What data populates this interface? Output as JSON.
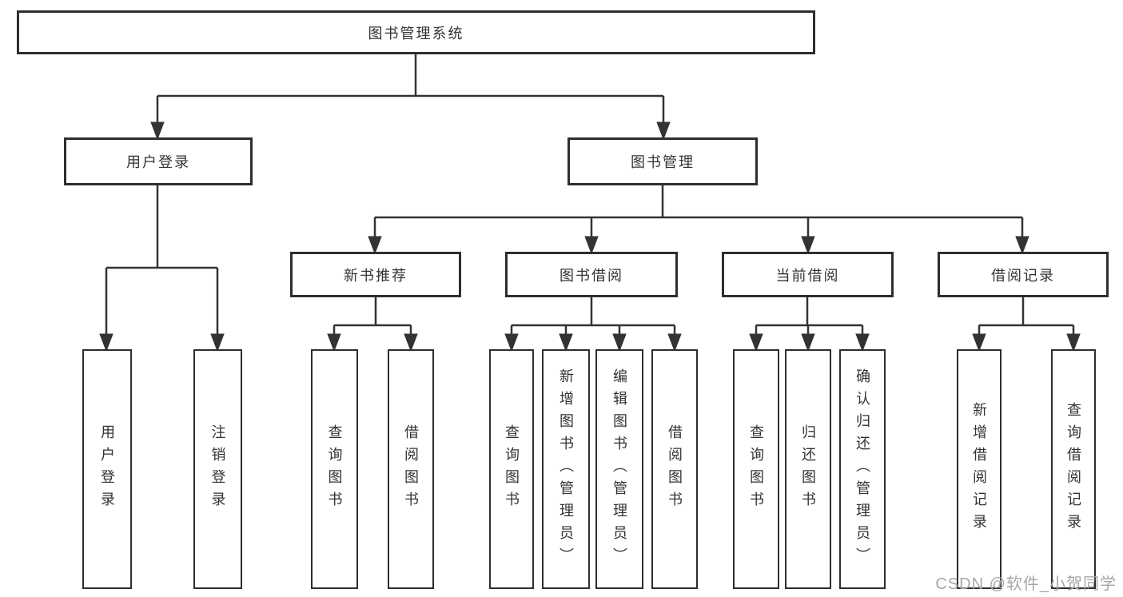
{
  "diagram_title": "图书管理系统",
  "tree": {
    "label": "图书管理系统",
    "children": [
      {
        "label": "用户登录",
        "children": [
          {
            "label": "用户登录"
          },
          {
            "label": "注销登录"
          }
        ]
      },
      {
        "label": "图书管理",
        "children": [
          {
            "label": "新书推荐",
            "children": [
              {
                "label": "查询图书"
              },
              {
                "label": "借阅图书"
              }
            ]
          },
          {
            "label": "图书借阅",
            "children": [
              {
                "label": "查询图书"
              },
              {
                "label": "新增图书（管理员）"
              },
              {
                "label": "编辑图书（管理员）"
              },
              {
                "label": "借阅图书"
              }
            ]
          },
          {
            "label": "当前借阅",
            "children": [
              {
                "label": "查询图书"
              },
              {
                "label": "归还图书"
              },
              {
                "label": "确认归还（管理员）"
              }
            ]
          },
          {
            "label": "借阅记录",
            "children": [
              {
                "label": "新增借阅记录"
              },
              {
                "label": "查询借阅记录"
              }
            ]
          }
        ]
      }
    ]
  },
  "watermark": {
    "text": "CSDN @软件_小贺同学"
  },
  "colors": {
    "background": "#ffffff",
    "line": "#333333",
    "box_border": "#2e2e2e",
    "text": "#333333",
    "watermark": "#a6a6a6"
  }
}
